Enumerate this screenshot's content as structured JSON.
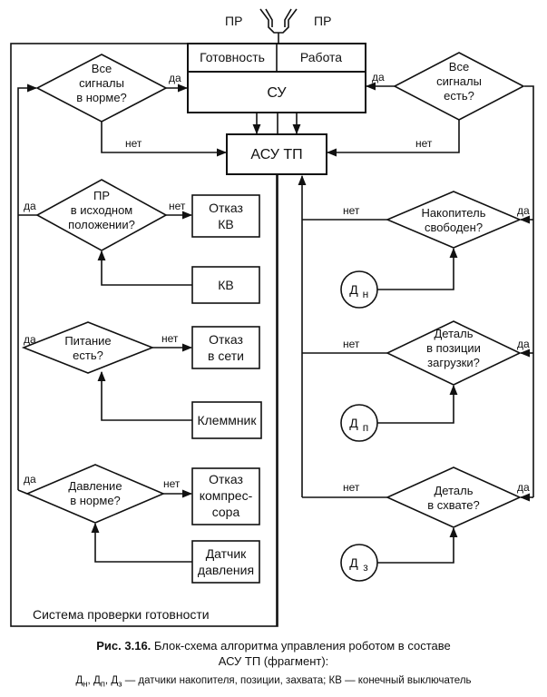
{
  "top": {
    "pr_left": "ПР",
    "pr_right": "ПР",
    "readiness": "Готовность",
    "work": "Работа",
    "su": "СУ",
    "asu": "АСУ ТП"
  },
  "left": {
    "d1": [
      "Все",
      "сигналы",
      "в норме?"
    ],
    "d2": [
      "ПР",
      "в исходном",
      "положении?"
    ],
    "d3": [
      "Питание",
      "есть?"
    ],
    "d4": [
      "Давление",
      "в норме?"
    ],
    "b_kv_fail": [
      "Отказ",
      "КВ"
    ],
    "b_kv": "КВ",
    "b_net_fail": [
      "Отказ",
      "в сети"
    ],
    "b_term": "Клеммник",
    "b_comp_fail": [
      "Отказ",
      "компрес-",
      "сора"
    ],
    "b_psensor": [
      "Датчик",
      "давления"
    ],
    "frame_label": "Система проверки готовности"
  },
  "right": {
    "d1": [
      "Все",
      "сигналы",
      "есть?"
    ],
    "d2": [
      "Накопитель",
      "свободен?"
    ],
    "d3": [
      "Деталь",
      "в позиции",
      "загрузки?"
    ],
    "d4": [
      "Деталь",
      "в схвате?"
    ],
    "c1": {
      "main": "Д",
      "sub": "н"
    },
    "c2": {
      "main": "Д",
      "sub": "п"
    },
    "c3": {
      "main": "Д",
      "sub": "з"
    }
  },
  "labels": {
    "yes": "да",
    "no": "нет"
  },
  "caption": {
    "fig": "Рис. 3.16.",
    "line1": " Блок-схема алгоритма управления роботом в составе",
    "line2": "АСУ ТП (фрагмент):",
    "line3_sym": "Д",
    "line3_s1": "н",
    "line3_s2": "п",
    "line3_s3": "з",
    "line3_rest": " — датчики накопителя, позиции, захвата; КВ — конечный выключатель"
  }
}
